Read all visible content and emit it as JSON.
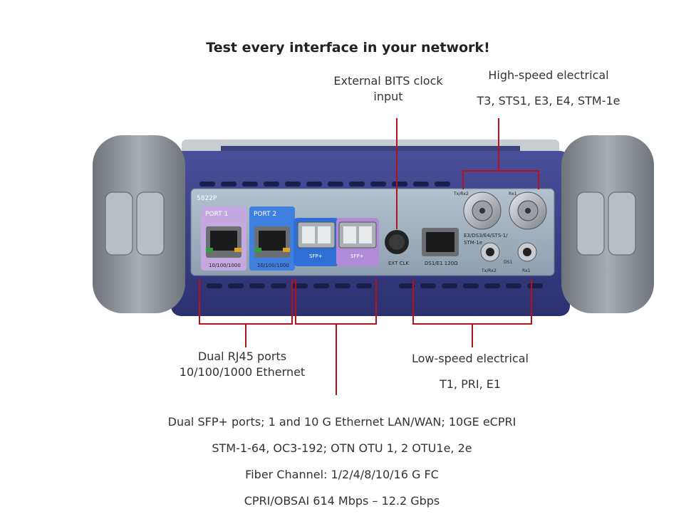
{
  "heading": "Test every interface in your network!",
  "callouts": {
    "bits_clock": {
      "line1": "External BITS clock",
      "line2": "input"
    },
    "high_speed": {
      "line1": "High-speed electrical",
      "line2": "T3, STS1, E3, E4, STM-1e"
    },
    "rj45": {
      "line1": "Dual RJ45 ports",
      "line2": "10/100/1000 Ethernet"
    },
    "low_speed": {
      "line1": "Low-speed electrical",
      "line2": "T1, PRI, E1"
    },
    "sfp": {
      "line1": "Dual SFP+ ports; 1 and 10 G Ethernet LAN/WAN; 10GE eCPRI",
      "line2": "STM-1-64, OC3-192; OTN OTU 1, 2 OTU1e, 2e",
      "line3": "Fiber Channel: 1/2/4/8/10/16 G FC",
      "line4": "CPRI/OBSAI 614 Mbps – 12.2 Gbps"
    }
  },
  "device": {
    "model": "5822P",
    "port1": "PORT 1",
    "port2": "PORT 2",
    "rj45_speed": "10/100/1000",
    "sfp": "SFP+",
    "ext_clk": "EXT CLK",
    "ds1_e1": "DS1/E1 120Ω",
    "txrx2": "Tx/Rx2",
    "rx1": "Rx1",
    "ds1": "DS1",
    "e3": "E3/DS3/E4/STS-1/",
    "stm": "STM-1e"
  },
  "colors": {
    "accent_line": "#b5121b",
    "device_body": "#3b3f86",
    "panel": "#9fb0bf",
    "bumper": "#8a9096"
  }
}
